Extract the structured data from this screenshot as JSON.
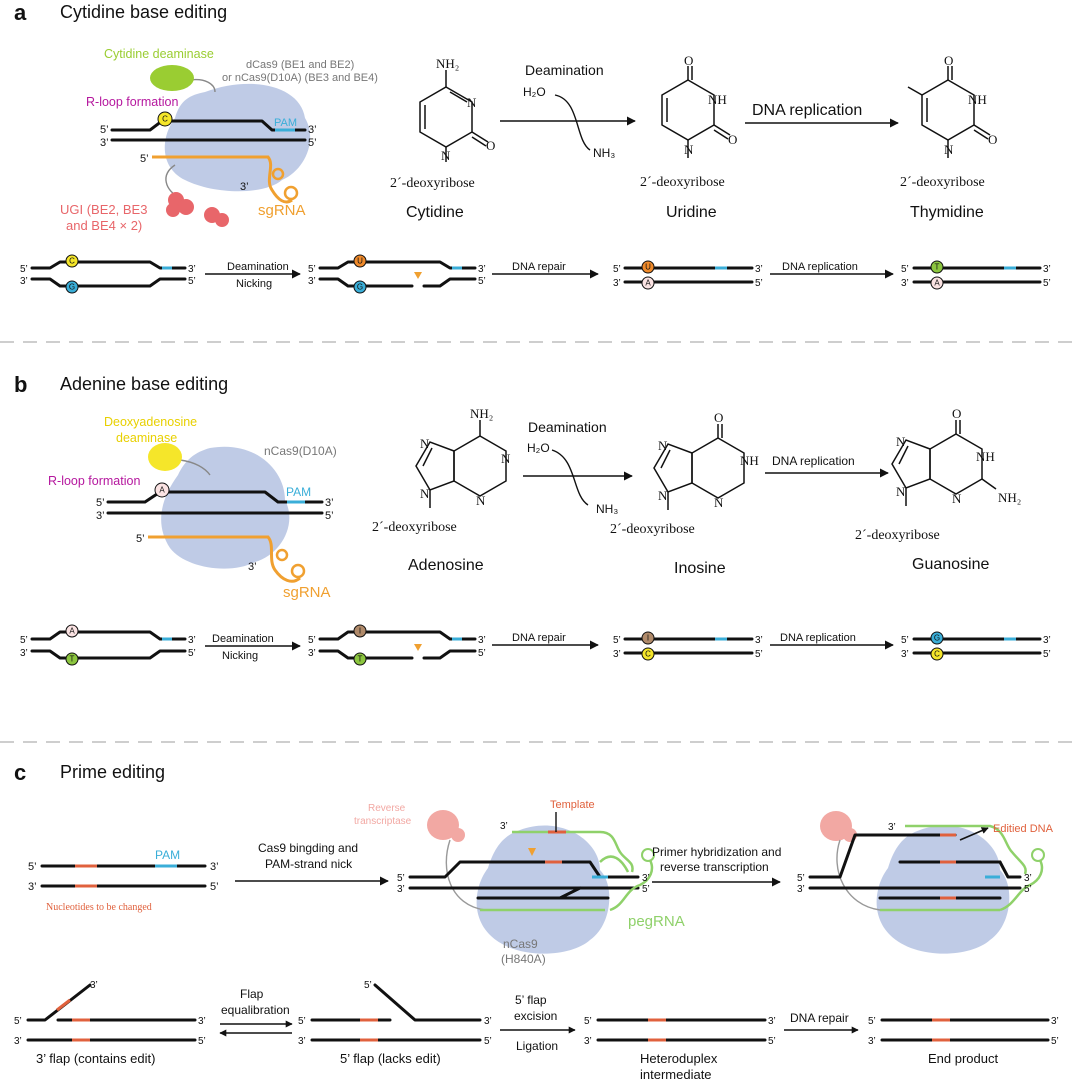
{
  "panel_a": {
    "letter": "a",
    "title": "Cytidine base editing",
    "deaminase": "Cytidine deaminase",
    "cas_note1": "dCas9 (BE1 and BE2)",
    "cas_note2": "or nCas9(D10A)  (BE3 and BE4)",
    "rloop": "R-loop formation",
    "pam": "PAM",
    "ugi1": "UGI (BE2, BE3",
    "ugi2": "and BE4 × 2)",
    "sgrna": "sgRNA",
    "deamination": "Deamination",
    "h2o": "H₂O",
    "nh3": "NH₃",
    "nh2": "NH₂",
    "dna_replication_big": "DNA replication",
    "deoxyribose": "2´-deoxyribose",
    "names": [
      "Cytidine",
      "Uridine",
      "Thymidine"
    ],
    "step_deam": "Deamination",
    "step_nick": "Nicking",
    "step_repair": "DNA repair",
    "step_repl": "DNA replication",
    "bases": {
      "s1_top": "C",
      "s1_bot": "G",
      "s2_top": "U",
      "s2_bot": "G",
      "s3_top": "U",
      "s3_bot": "A",
      "s4_top": "T",
      "s4_bot": "A"
    }
  },
  "panel_b": {
    "letter": "b",
    "title": "Adenine base editing",
    "deaminase1": "Deoxyadenosine",
    "deaminase2": "deaminase",
    "cas_note": "nCas9(D10A)",
    "rloop": "R-loop formation",
    "pam": "PAM",
    "sgrna": "sgRNA",
    "deamination": "Deamination",
    "h2o": "H₂O",
    "nh3": "NH₃",
    "nh2": "NH₂",
    "dna_replication_small": "DNA replication",
    "deoxyribose": "2´-deoxyribose",
    "names": [
      "Adenosine",
      "Inosine",
      "Guanosine"
    ],
    "step_deam": "Deamination",
    "step_nick": "Nicking",
    "step_repair": "DNA repair",
    "step_repl": "DNA replication",
    "bases": {
      "s1_top": "A",
      "s1_bot": "T",
      "s2_top": "I",
      "s2_bot": "T",
      "s3_top": "I",
      "s3_bot": "C",
      "s4_top": "G",
      "s4_bot": "C"
    }
  },
  "panel_c": {
    "letter": "c",
    "title": "Prime editing",
    "pam": "PAM",
    "nucleotides": "Nucleotides to be changed",
    "step1a": "Cas9 bingding and",
    "step1b": "PAM-strand nick",
    "rt1": "Reverse",
    "rt2": "transcriptase",
    "template": "Template",
    "ncas_1": "nCas9",
    "ncas_2": "(H840A)",
    "pegrna": "pegRNA",
    "step2a": "Primer hybridization and",
    "step2b": "reverse transcription",
    "edited": "Editied DNA",
    "flap_eq1": "Flap",
    "flap_eq2": "equalibration",
    "excision1": "5’ flap",
    "excision2": "excision",
    "ligation": "Ligation",
    "repair": "DNA repair",
    "labels": [
      "3’ flap (contains edit)",
      "5’ flap (lacks edit)",
      "Heteroduplex",
      "intermediate",
      "End product"
    ]
  },
  "ends": {
    "p5": "5’",
    "p3": "3’"
  },
  "ring": {
    "N": "N",
    "O": "O",
    "NH": "NH"
  },
  "colors": {
    "cas9": "#b8c5e3",
    "deaminase_c": "#9acd32",
    "deaminase_a": "#f5e62a",
    "ugi": "#e8666a",
    "sgrna": "#f0a030",
    "pam": "#3aaed8",
    "rloop": "#b5179e",
    "pegrna": "#8fd16a",
    "edit": "#e0613d",
    "rt": "#f2a8a3"
  }
}
